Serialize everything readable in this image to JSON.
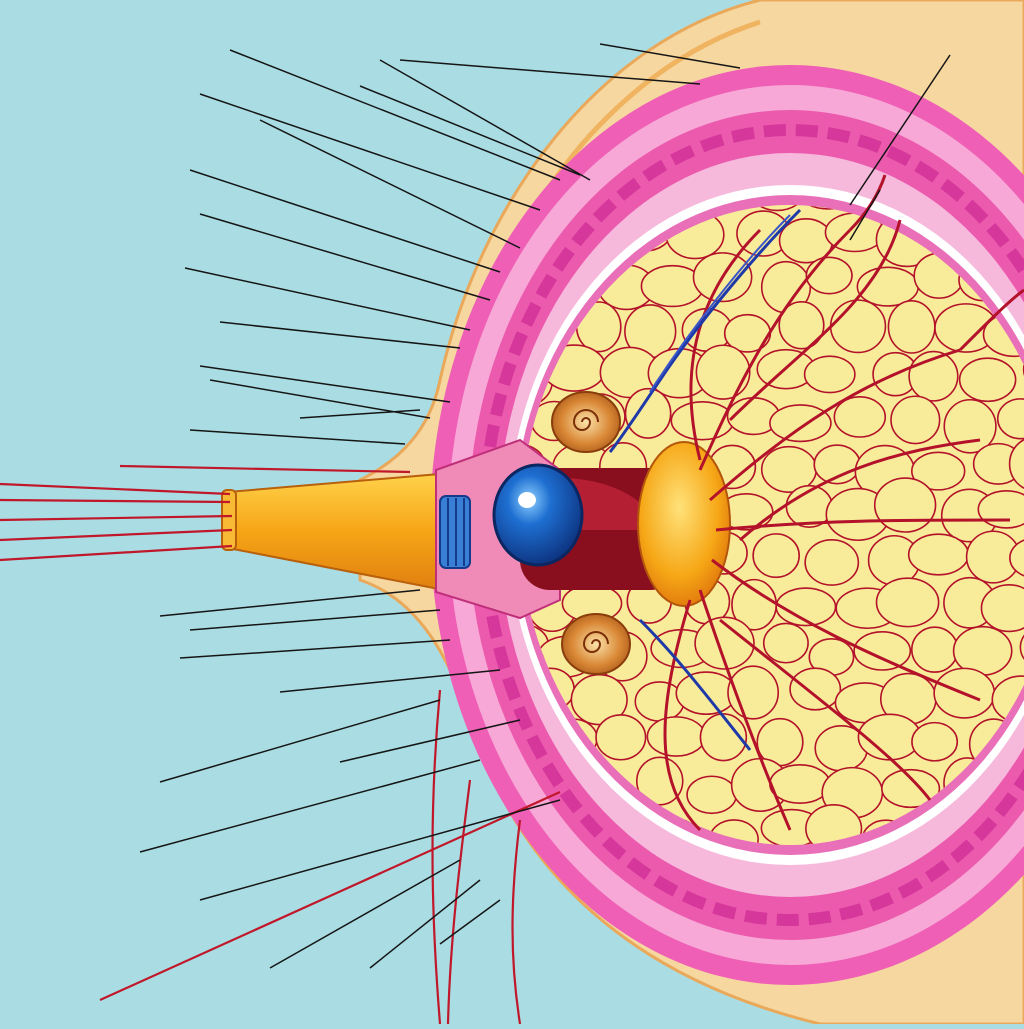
{
  "canvas": {
    "background": "#a9dde3",
    "title": ""
  },
  "colors": {
    "outer_tissue": "#f6d7a0",
    "outer_tissue_stroke": "#e9a85a",
    "pink_band": "#ef5fb6",
    "pink_light": "#f7a8d6",
    "pink_dark": "#d6379a",
    "lobule_fill": "#f8ec9a",
    "vessel_red": "#b3122a",
    "vein_blue": "#1f3aa8",
    "duct_orange": "#f3a516",
    "duct_yellow": "#fcc42b",
    "blue_sphere": "#1e6fd1",
    "dark_red": "#8a0f1e",
    "leader_line": "#151515"
  },
  "icons": {
    "blue_sphere": "blue-sphere-icon",
    "orange_cap": "orange-cap-icon",
    "spiral_nodule": "spiral-nodule-icon"
  },
  "labels": [
    {
      "id": "label-1",
      "lines": [
        "",
        ""
      ]
    },
    {
      "id": "label-2",
      "lines": [
        "",
        ""
      ]
    },
    {
      "id": "label-3",
      "lines": [
        ""
      ]
    },
    {
      "id": "label-4",
      "lines": [
        "",
        ""
      ]
    },
    {
      "id": "label-5",
      "lines": [
        "",
        ""
      ]
    },
    {
      "id": "label-6",
      "lines": [
        "",
        ""
      ]
    },
    {
      "id": "label-7",
      "lines": [
        "",
        ""
      ]
    },
    {
      "id": "label-8",
      "lines": [
        ""
      ]
    },
    {
      "id": "label-9",
      "lines": [
        "",
        ""
      ]
    },
    {
      "id": "label-10",
      "lines": [
        ""
      ]
    },
    {
      "id": "label-11",
      "lines": [
        "",
        ""
      ]
    },
    {
      "id": "label-12",
      "lines": [
        ""
      ]
    },
    {
      "id": "label-13",
      "lines": [
        ""
      ]
    },
    {
      "id": "label-14",
      "lines": [
        ""
      ]
    },
    {
      "id": "label-15",
      "lines": [
        "",
        ""
      ]
    },
    {
      "id": "label-16",
      "lines": [
        ""
      ]
    },
    {
      "id": "label-17",
      "lines": [
        ""
      ]
    },
    {
      "id": "label-18",
      "lines": [
        "",
        ""
      ]
    },
    {
      "id": "label-19",
      "lines": [
        ""
      ]
    },
    {
      "id": "label-20",
      "lines": [
        "",
        "",
        ""
      ]
    },
    {
      "id": "label-21",
      "lines": [
        "",
        ""
      ]
    },
    {
      "id": "label-22",
      "lines": [
        "",
        ""
      ]
    },
    {
      "id": "label-23",
      "lines": [
        ""
      ]
    },
    {
      "id": "label-24",
      "lines": [
        ""
      ]
    },
    {
      "id": "label-25",
      "lines": [
        ""
      ]
    },
    {
      "id": "label-26",
      "lines": [
        "",
        "",
        ""
      ]
    },
    {
      "id": "label-27",
      "lines": [
        ""
      ]
    },
    {
      "id": "label-28",
      "lines": [
        ""
      ]
    },
    {
      "id": "label-29",
      "lines": [
        "",
        ""
      ]
    },
    {
      "id": "label-30",
      "lines": [
        "",
        ""
      ]
    },
    {
      "id": "label-31",
      "lines": [
        ""
      ]
    }
  ]
}
